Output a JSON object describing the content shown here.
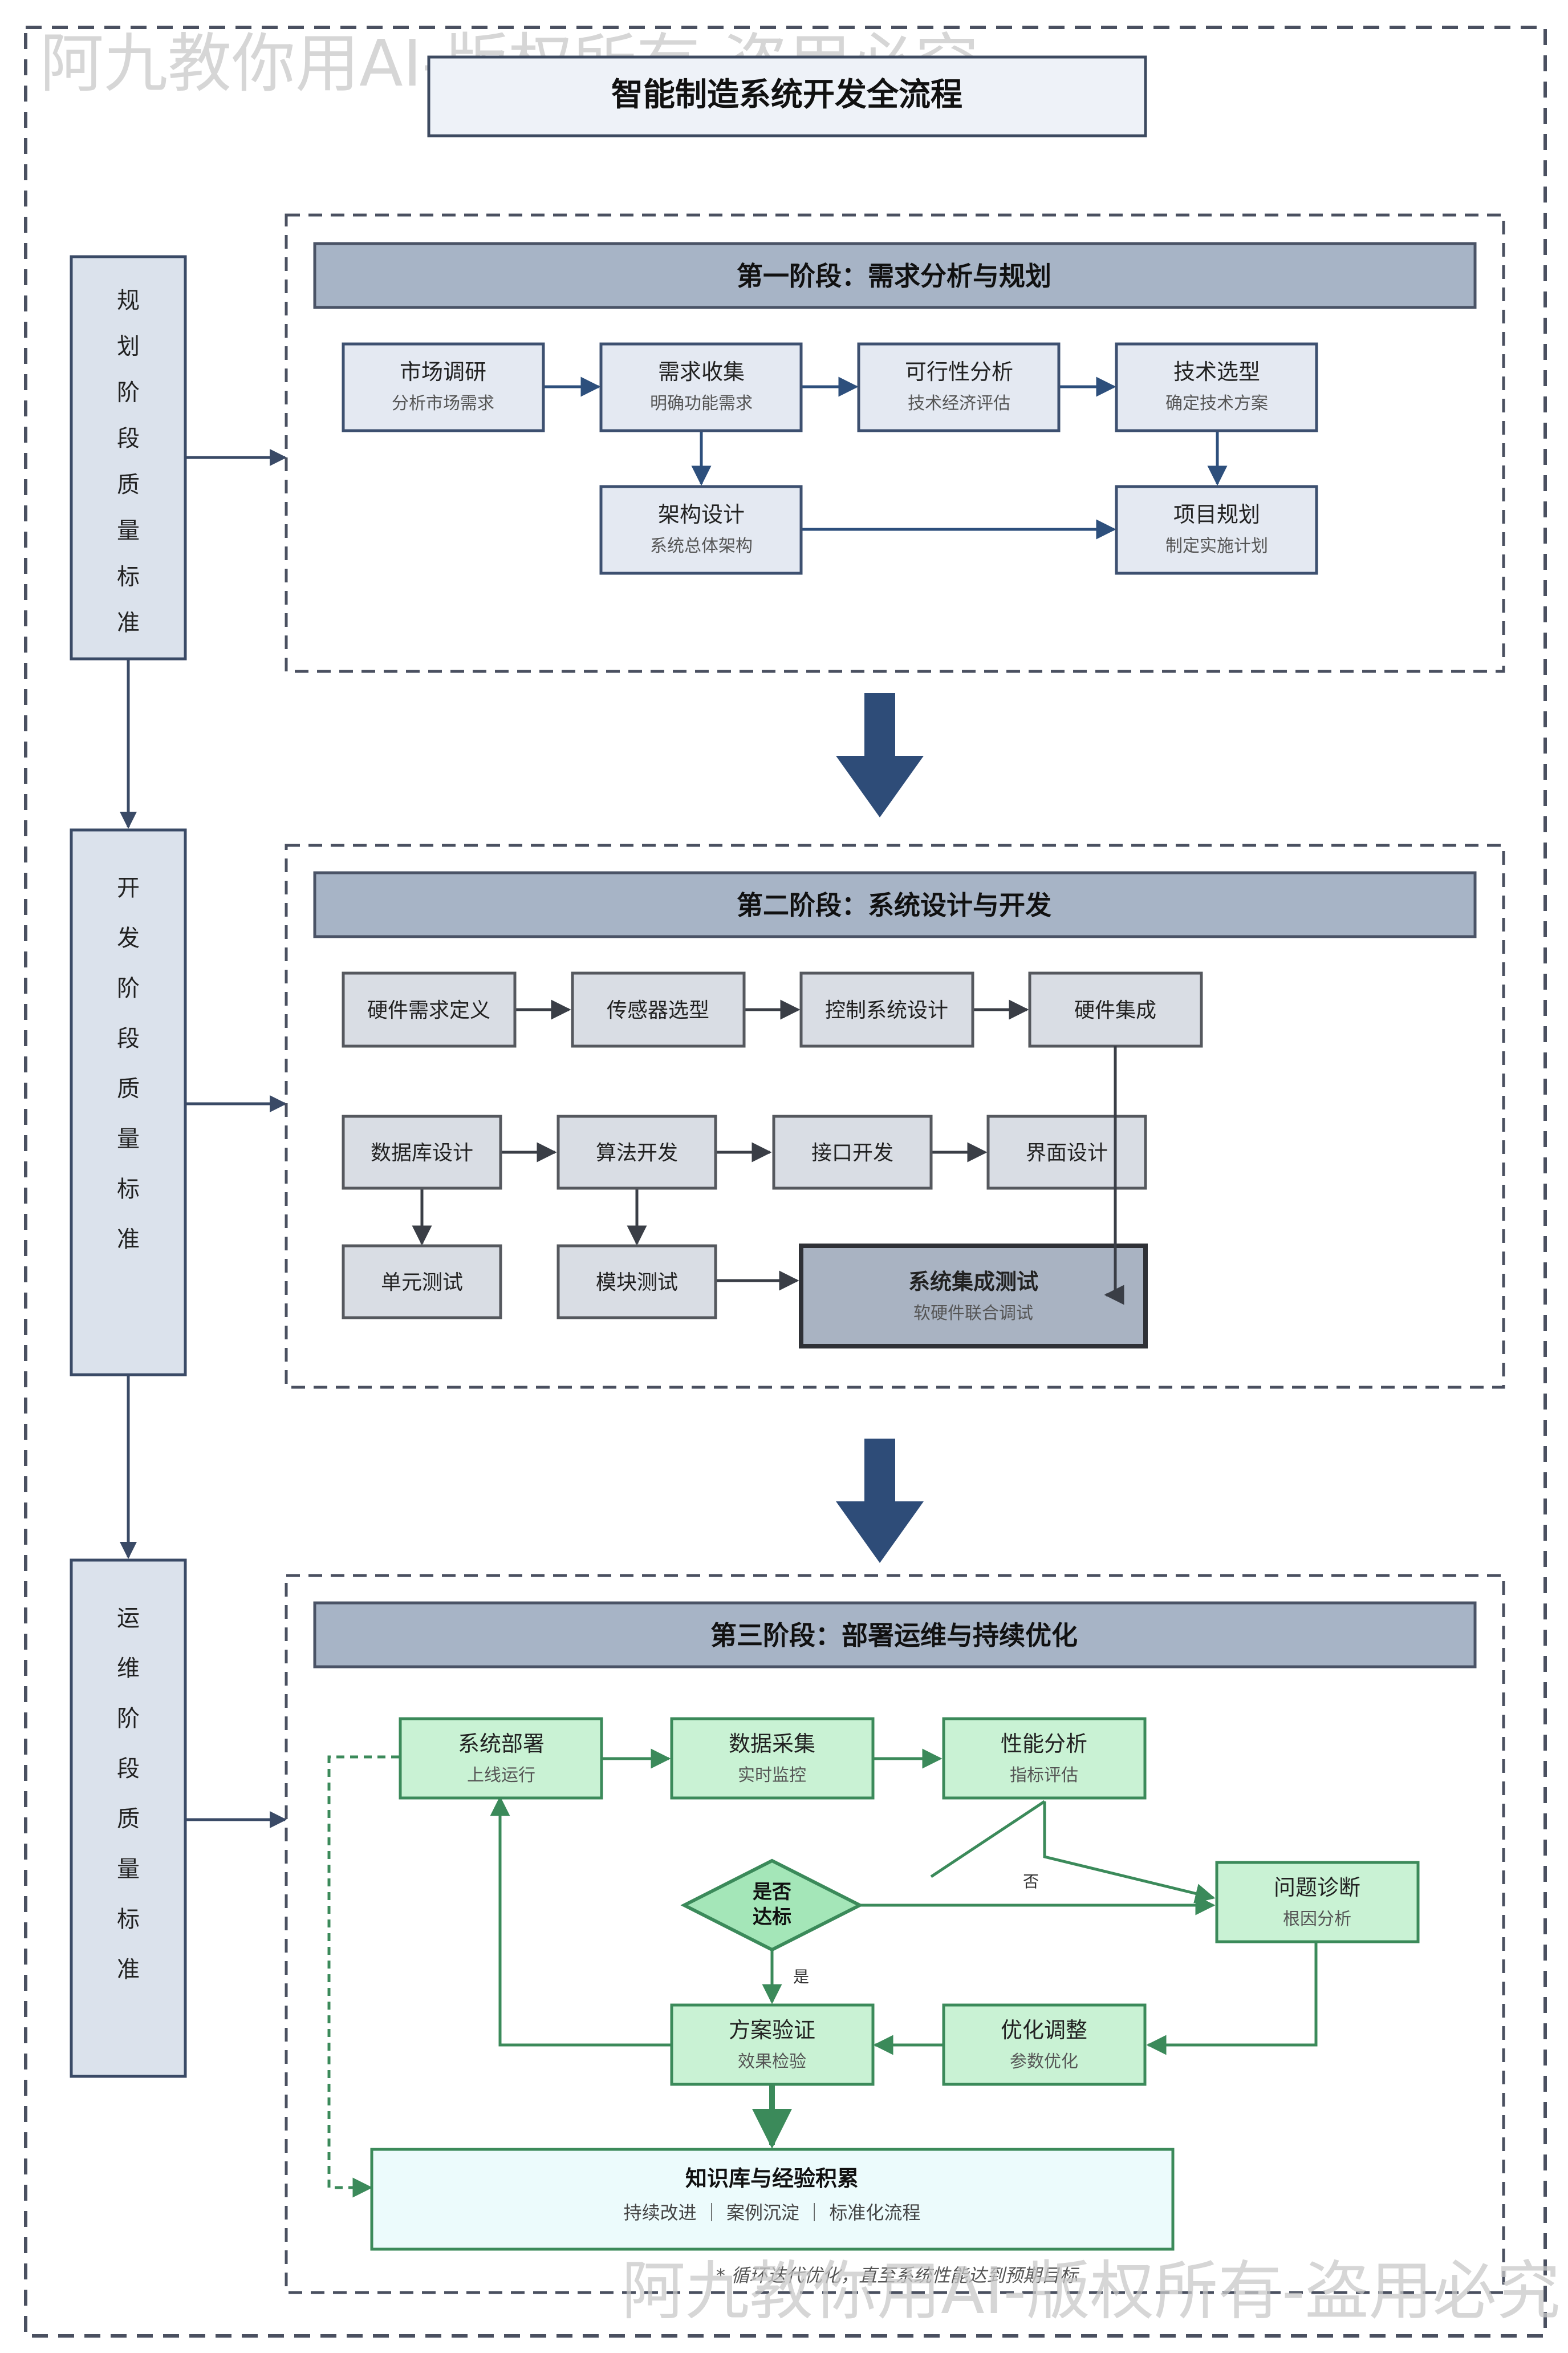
{
  "watermark": "阿九教你用AI-版权所有-盗用必究",
  "title": "智能制造系统开发全流程",
  "quality_labels": {
    "planning": "规划阶段质量标准",
    "development": "开发阶段质量标准",
    "operations": "运维阶段质量标准"
  },
  "phase1": {
    "title": "第一阶段：需求分析与规划",
    "nodes": {
      "market": {
        "title": "市场调研",
        "sub": "分析市场需求"
      },
      "req": {
        "title": "需求收集",
        "sub": "明确功能需求"
      },
      "feas": {
        "title": "可行性分析",
        "sub": "技术经济评估"
      },
      "tech": {
        "title": "技术选型",
        "sub": "确定技术方案"
      },
      "arch": {
        "title": "架构设计",
        "sub": "系统总体架构"
      },
      "plan": {
        "title": "项目规划",
        "sub": "制定实施计划"
      }
    }
  },
  "phase2": {
    "title": "第二阶段：系统设计与开发",
    "nodes": {
      "hwreq": {
        "title": "硬件需求定义"
      },
      "sensor": {
        "title": "传感器选型"
      },
      "ctrl": {
        "title": "控制系统设计"
      },
      "hwint": {
        "title": "硬件集成"
      },
      "db": {
        "title": "数据库设计"
      },
      "algo": {
        "title": "算法开发"
      },
      "iface": {
        "title": "接口开发"
      },
      "ui": {
        "title": "界面设计"
      },
      "unit": {
        "title": "单元测试"
      },
      "module": {
        "title": "模块测试"
      },
      "sit": {
        "title": "系统集成测试",
        "sub": "软硬件联合调试"
      }
    }
  },
  "phase3": {
    "title": "第三阶段：部署运维与持续优化",
    "nodes": {
      "deploy": {
        "title": "系统部署",
        "sub": "上线运行"
      },
      "collect": {
        "title": "数据采集",
        "sub": "实时监控"
      },
      "perf": {
        "title": "性能分析",
        "sub": "指标评估"
      },
      "diag": {
        "title": "问题诊断",
        "sub": "根因分析"
      },
      "decision": {
        "line1": "是否",
        "line2": "达标"
      },
      "verify": {
        "title": "方案验证",
        "sub": "效果检验"
      },
      "optimize": {
        "title": "优化调整",
        "sub": "参数优化"
      },
      "kb": {
        "title": "知识库与经验积累",
        "sub": "持续改进 ｜ 案例沉淀 ｜ 标准化流程"
      }
    },
    "edge_labels": {
      "no": "否",
      "yes": "是"
    },
    "footnote": "* 循环迭代优化，直至系统性能达到预期目标"
  },
  "colors": {
    "frame_dash": "#4a5060",
    "header_fill": "#a7b4c6",
    "header_stroke": "#4a5366",
    "node_fill": "#e4e9f2",
    "node_stroke": "#3d5070",
    "arrow_blue": "#2d4f7c",
    "big_arrow": "#2e4c78",
    "side_fill": "#dbe2ec",
    "side_stroke": "#3a4a66",
    "gray_node_fill": "#d9dde4",
    "gray_node_stroke": "#55585e",
    "sit_fill": "#a9b3c2",
    "green_fill": "#c9f2d4",
    "green_stroke": "#3b8a5a",
    "green_arrow": "#3b8a5a",
    "decision_fill": "#a4e6b8",
    "kb_fill": "#ecfbfc",
    "kb_stroke": "#3b8a5a",
    "watermark": "#c8c8c8"
  }
}
